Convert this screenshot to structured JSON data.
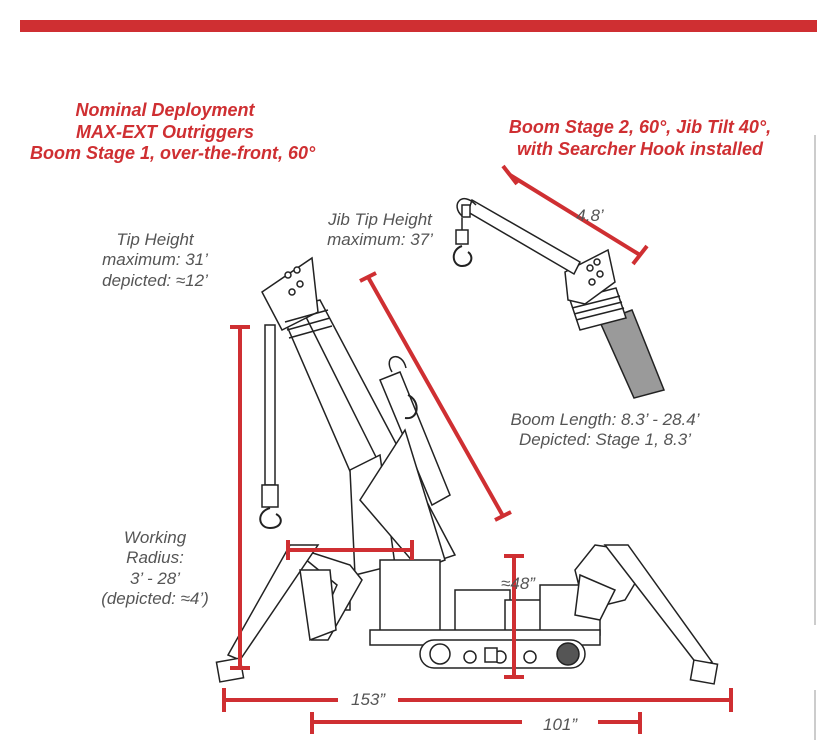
{
  "colors": {
    "accent": "#cf2f32",
    "text_gray": "#555555",
    "line_art": "#222222"
  },
  "headings": {
    "left": [
      "Nominal Deployment",
      "MAX-EXT Outriggers",
      "Boom Stage 1, over-the-front, 60°"
    ],
    "right": [
      "Boom Stage 2, 60°, Jib Tilt 40°,",
      "with Searcher Hook installed"
    ]
  },
  "annotations": {
    "tip_height": [
      "Tip Height",
      "maximum: 31’",
      "depicted: ≈12’"
    ],
    "jib_tip_height": [
      "Jib Tip Height",
      "maximum: 37’"
    ],
    "jib_length": "4.8’",
    "boom_length": [
      "Boom Length: 8.3’ - 28.4’",
      "Depicted: Stage 1, 8.3’"
    ],
    "working_radius": [
      "Working",
      "Radius:",
      "3’ - 28’",
      "(depicted: ≈4’)"
    ],
    "track_height": "≈48”",
    "overall_width": "153”",
    "track_width": "101”"
  }
}
